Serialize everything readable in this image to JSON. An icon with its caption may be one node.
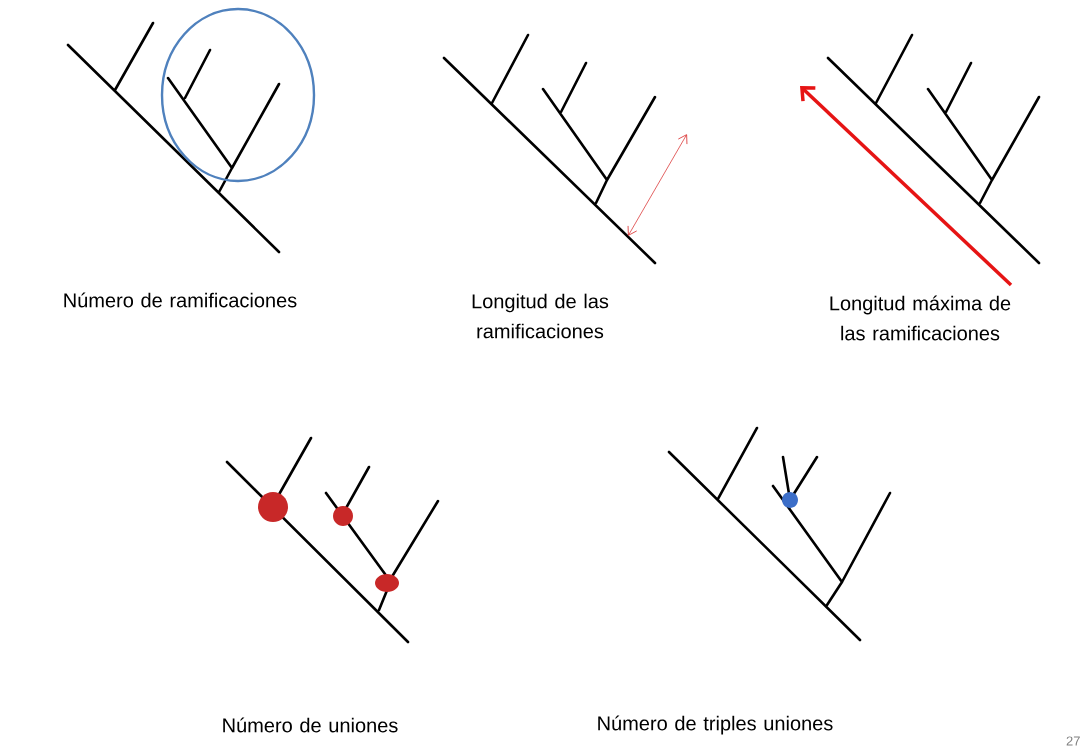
{
  "diagram": {
    "labels": [
      "Número de ramificaciones",
      "Longitud de las ramificaciones",
      "Longitud máxima de las ramificaciones",
      "Número de uniones",
      "Número de triples uniones",
      "27"
    ]
  }
}
